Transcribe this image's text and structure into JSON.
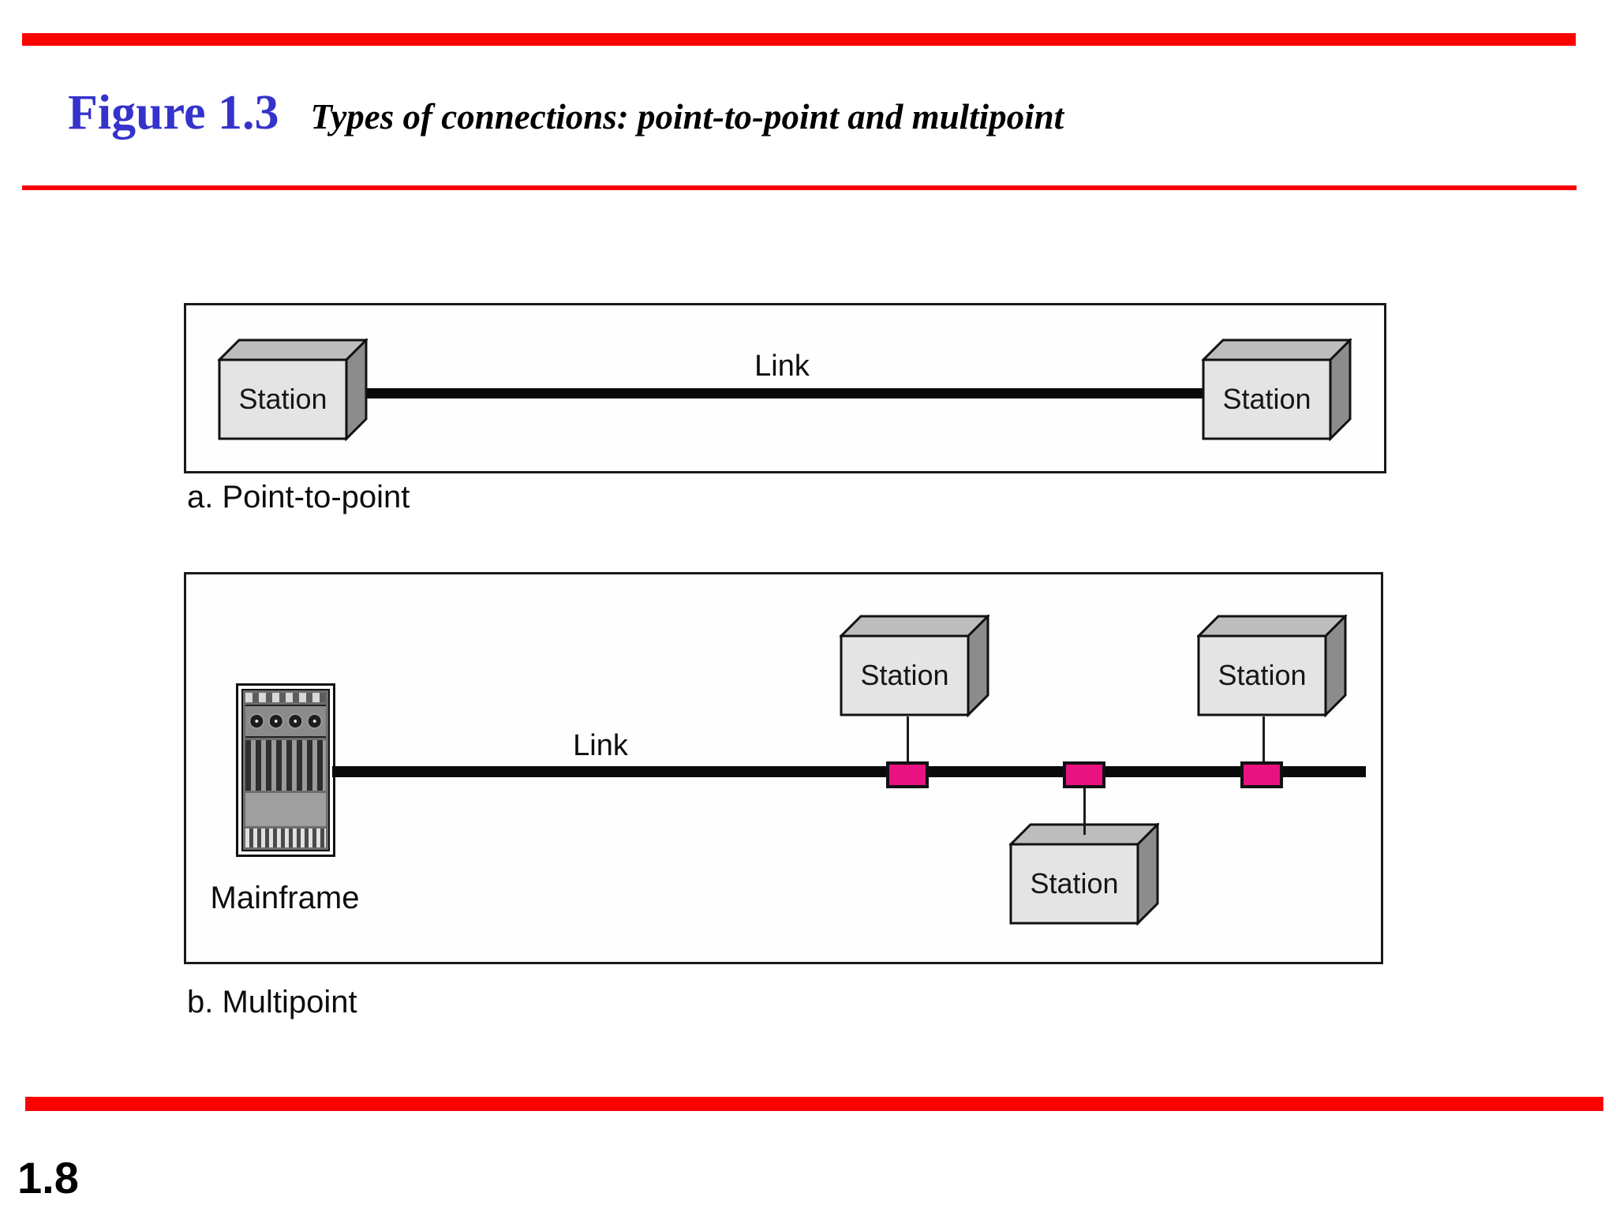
{
  "theme": {
    "accent-red": "#fb0200",
    "accent-blue": "#3533cb",
    "tap-pink": "#e81280",
    "ink": "#111111"
  },
  "header": {
    "figure_label": "Figure 1.3",
    "figure_title": "Types of connections: point-to-point and multipoint"
  },
  "diagram_a": {
    "caption": "a. Point-to-point",
    "link_label": "Link",
    "stations": [
      {
        "label": "Station"
      },
      {
        "label": "Station"
      }
    ]
  },
  "diagram_b": {
    "caption": "b. Multipoint",
    "link_label": "Link",
    "mainframe_label": "Mainframe",
    "stations": [
      {
        "label": "Station"
      },
      {
        "label": "Station"
      },
      {
        "label": "Station"
      }
    ]
  },
  "footer": {
    "page_number": "1.8"
  }
}
